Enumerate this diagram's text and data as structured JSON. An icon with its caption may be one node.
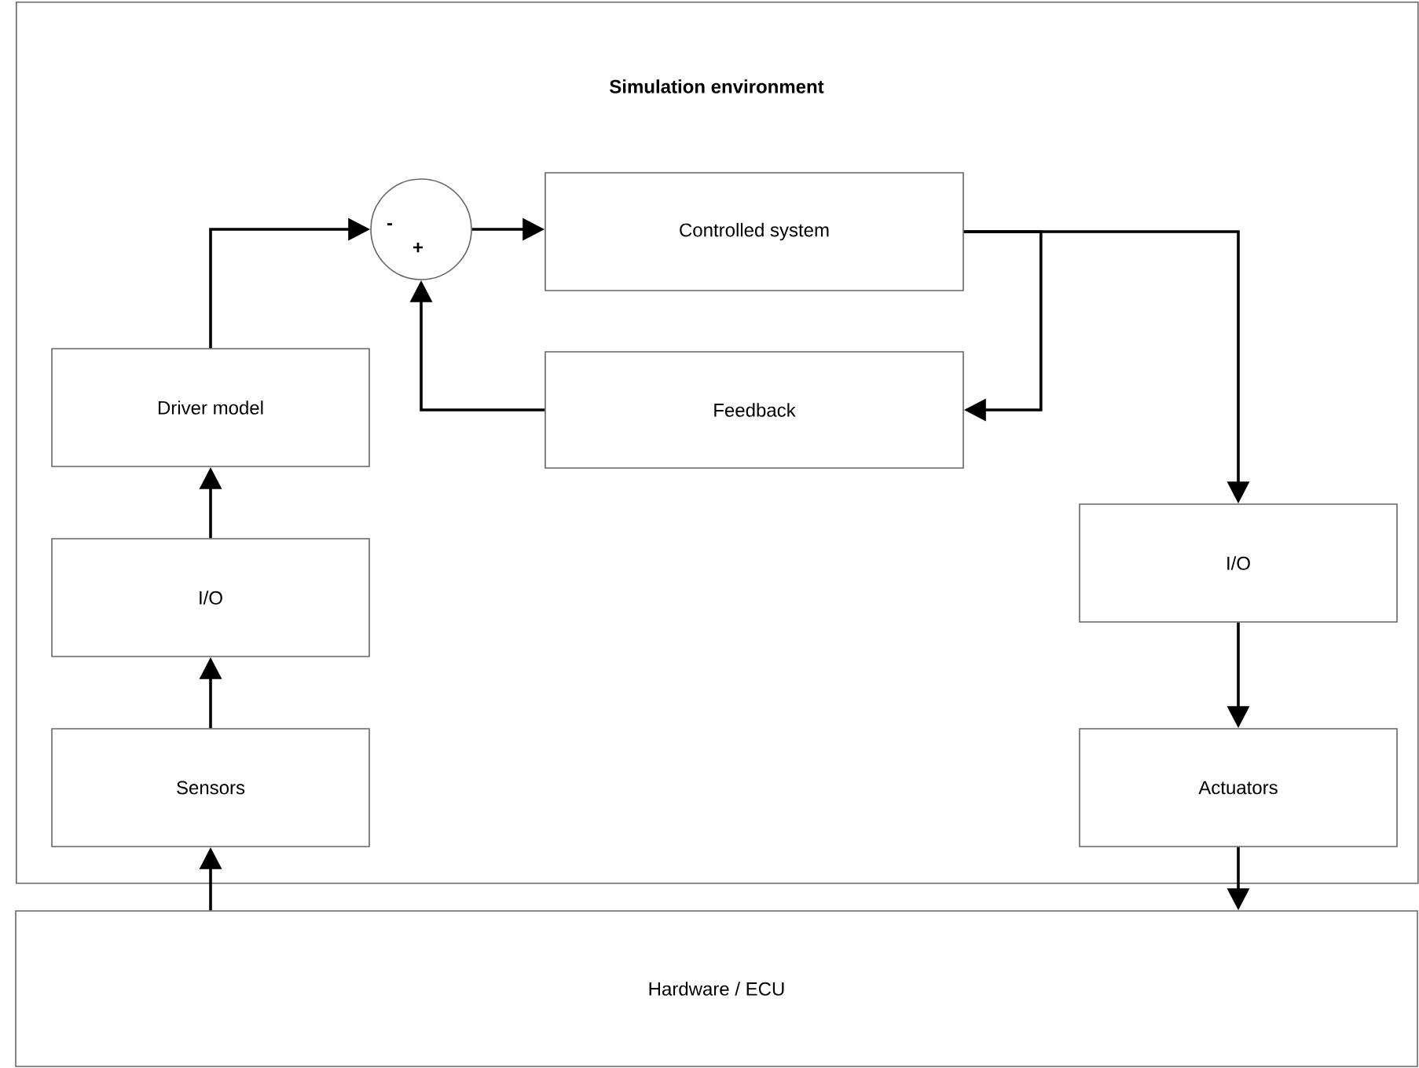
{
  "diagram": {
    "nodes": [
      {
        "text": [
          "Simulation environment"
        ]
      },
      {
        "text": [
          "-",
          "+"
        ],
        "in": 0
      },
      {
        "text": [
          "Controlled system"
        ],
        "in": 0
      },
      {
        "text": [
          "Feedback"
        ],
        "in": 0
      },
      {
        "text": [
          "Driver model"
        ],
        "in": 0
      },
      {
        "text": [
          "I/O"
        ],
        "in": 0
      },
      {
        "text": [
          "Sensors"
        ],
        "in": 0
      },
      {
        "text": [
          "I/O"
        ],
        "in": 0
      },
      {
        "text": [
          "Actuators"
        ],
        "in": 0
      },
      {
        "text": [
          "Hardware / ECU"
        ]
      }
    ],
    "edges": [
      {
        "from": 4,
        "to": 1,
        "arrow": "to"
      },
      {
        "from": 1,
        "to": 2,
        "arrow": "to"
      },
      {
        "from": 2,
        "to": 3,
        "arrow": "to"
      },
      {
        "from": 2,
        "to": 7,
        "arrow": "to"
      },
      {
        "from": 3,
        "to": 1,
        "arrow": "to"
      },
      {
        "from": 5,
        "to": 4,
        "arrow": "to"
      },
      {
        "from": 6,
        "to": 5,
        "arrow": "to"
      },
      {
        "from": 9,
        "to": 6,
        "arrow": "to"
      },
      {
        "from": 7,
        "to": 8,
        "arrow": "to"
      },
      {
        "from": 8,
        "to": 9,
        "arrow": "to"
      }
    ]
  }
}
